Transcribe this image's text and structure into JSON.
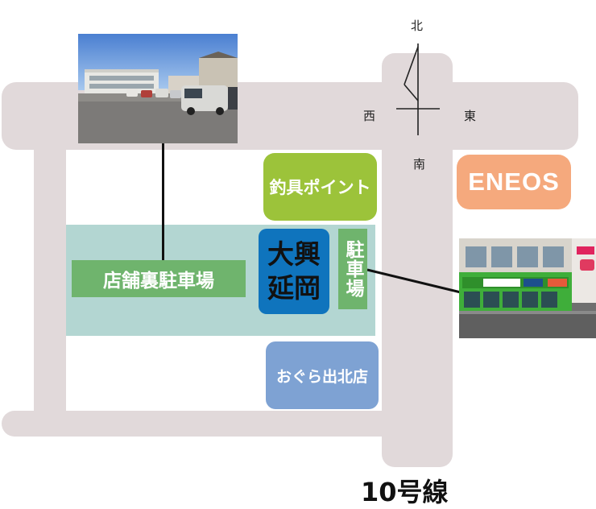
{
  "compass": {
    "north": "北",
    "south": "南",
    "east": "東",
    "west": "西"
  },
  "places": {
    "tsurigu": "釣具ポイント",
    "eneos": "ENEOS",
    "taiko_line1": "大興",
    "taiko_line2": "延岡",
    "parking": "駐車場",
    "back_parking": "店舗裏駐車場",
    "ogura": "おぐら出北店"
  },
  "route": "10号線",
  "colors": {
    "road": "#e1d9da",
    "parking_zone": "#b3d6d2",
    "tsurigu": "#9cc33a",
    "eneos": "#f5a97d",
    "taiko": "#0f74bd",
    "parking_label": "#6fb46d",
    "ogura": "#7ea2d3"
  }
}
